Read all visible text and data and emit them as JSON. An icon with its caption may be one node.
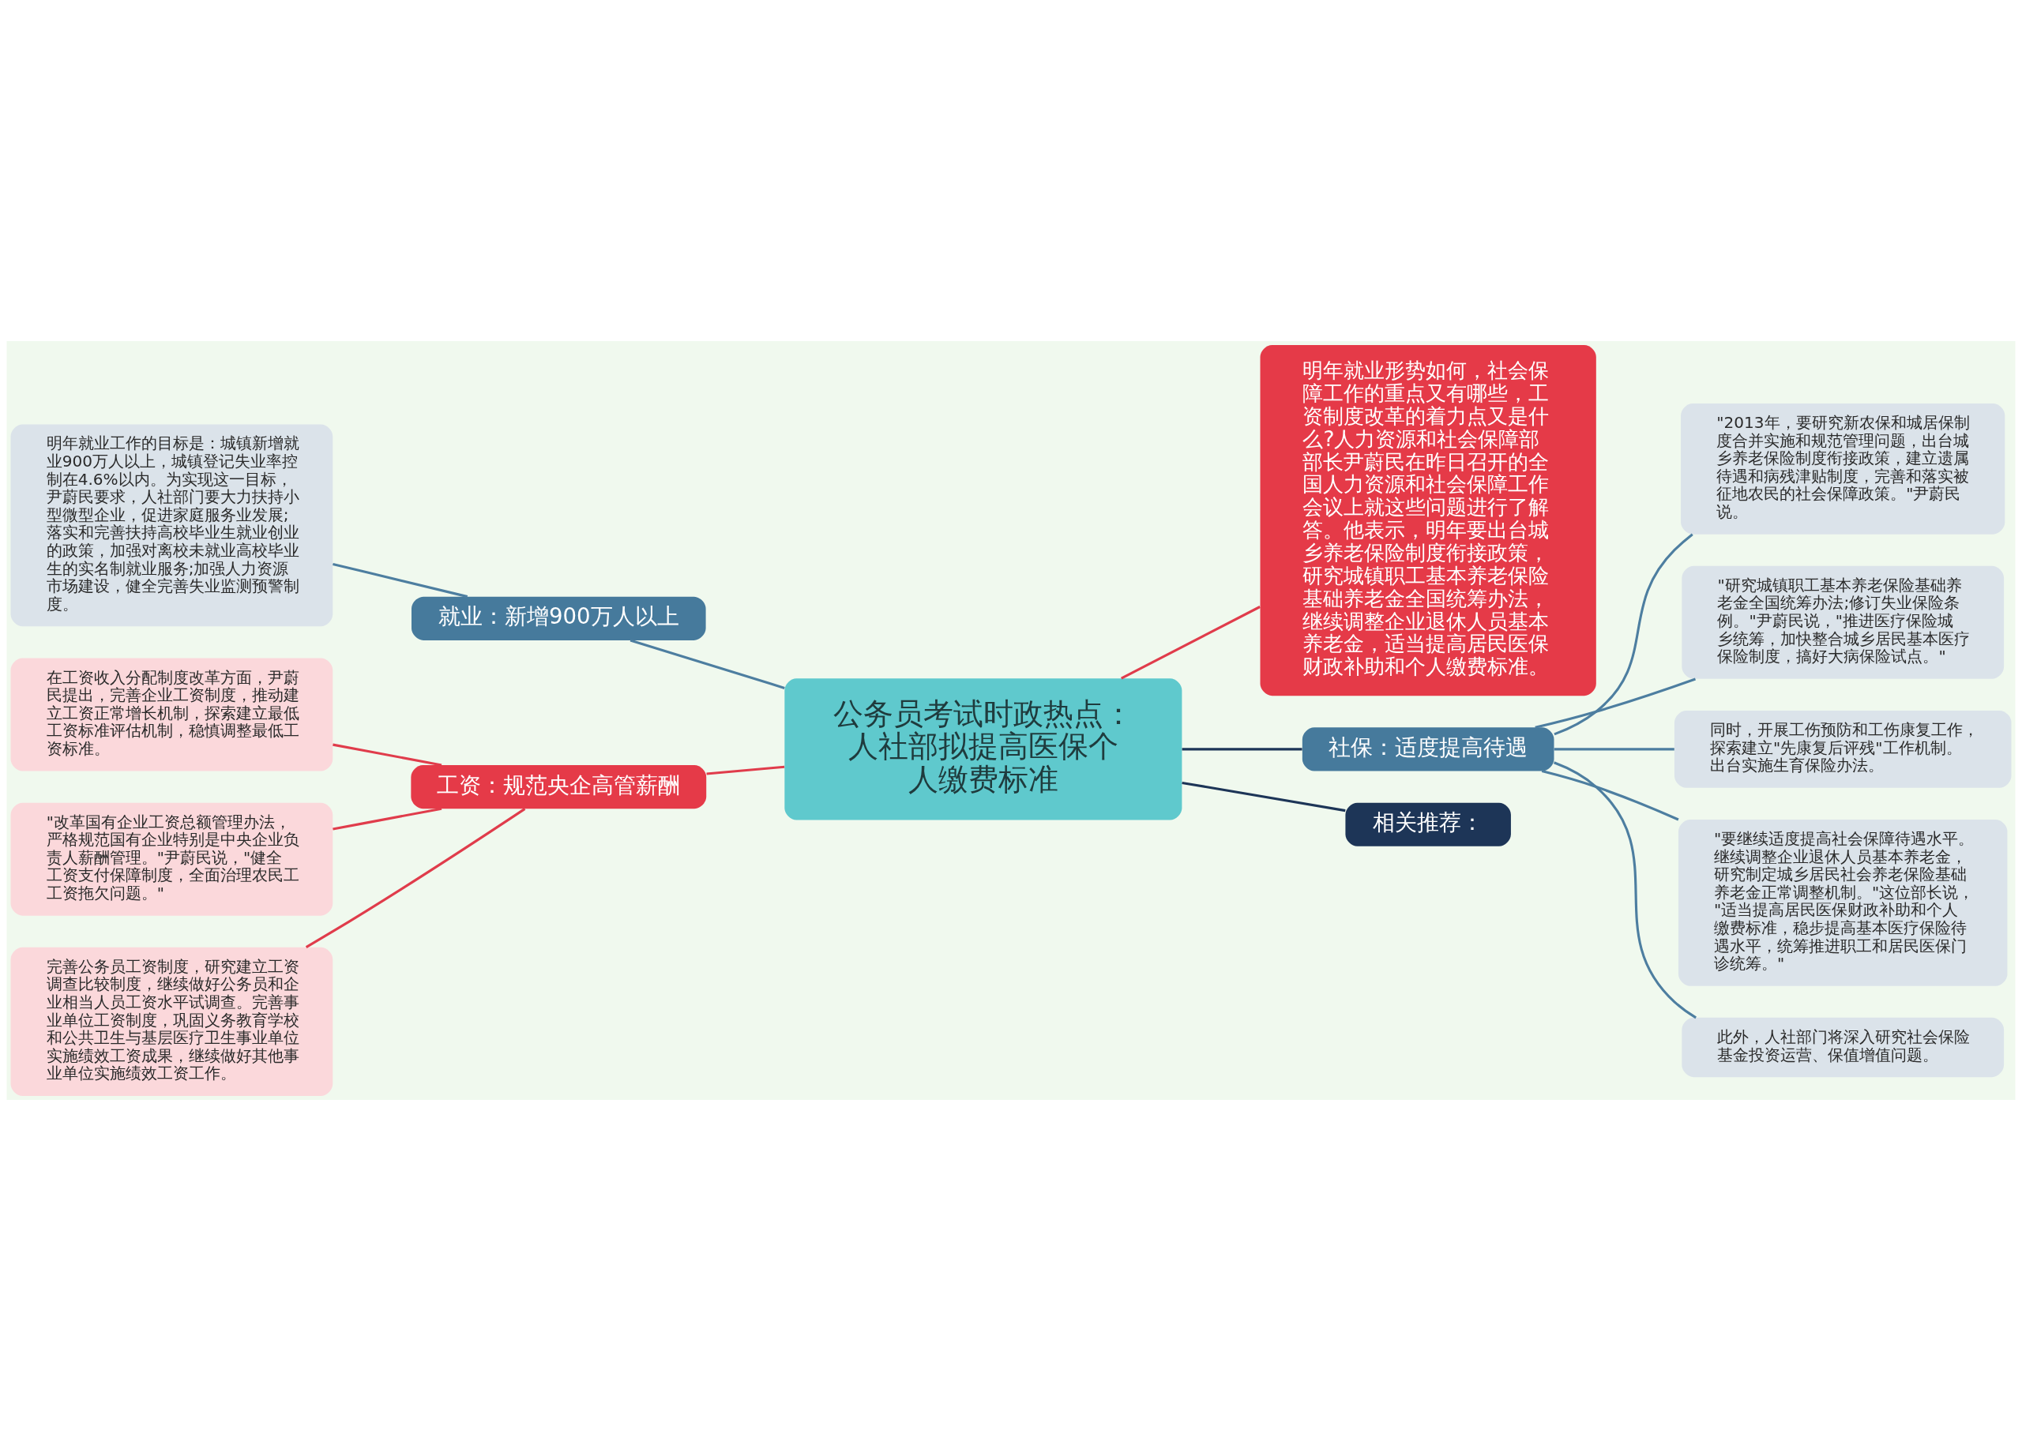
{
  "diagram": {
    "nodes": [
      {
        "text": [
          "公务员考试时政热点：人社部拟提高医保个人缴费标准"
        ]
      },
      {
        "text": [
          "就业：新增900万人以上"
        ]
      },
      {
        "text": [
          "明年就业工作的目标是：城镇新增就业900万人以上，城镇登记失业率控制在4.6%以内。为实现这一目标，尹蔚民要求，人社部门要大力扶持小型微型企业，促进家庭服务业发展;落实和完善扶持高校毕业生就业创业的政策，加强对离校未就业高校毕业生的实名制就业服务;加强人力资源市场建设，健全完善失业监测预警制度。"
        ]
      },
      {
        "text": [
          "工资：规范央企高管薪酬"
        ]
      },
      {
        "text": [
          "在工资收入分配制度改革方面，尹蔚民提出，完善企业工资制度，推动建立工资正常增长机制，探索建立最低工资标准评估机制，稳慎调整最低工资标准。"
        ]
      },
      {
        "text": [
          "\"改革国有企业工资总额管理办法，严格规范国有企业特别是中央企业负责人薪酬管理。\"尹蔚民说，\"健全工资支付保障制度，全面治理农民工工资拖欠问题。\""
        ]
      },
      {
        "text": [
          "完善公务员工资制度，研究建立工资调查比较制度，继续做好公务员和企业相当人员工资水平试调查。完善事业单位工资制度，巩固义务教育学校和公共卫生与基层医疗卫生事业单位实施绩效工资成果，继续做好其他事业单位实施绩效工资工作。"
        ]
      },
      {
        "text": [
          "明年就业形势如何，社会保障工作的重点又有哪些，工资制度改革的着力点又是什么?人力资源和社会保障部部长尹蔚民在昨日召开的全国人力资源和社会保障工作会议上就这些问题进行了解答。他表示，明年要出台城乡养老保险制度衔接政策，研究城镇职工基本养老保险基础养老金全国统筹办法，继续调整企业退休人员基本养老金，适当提高居民医保财政补助和个人缴费标准。"
        ]
      },
      {
        "text": [
          "社保：适度提高待遇"
        ]
      },
      {
        "text": [
          "\"2013年，要研究新农保和城居保制度合并实施和规范管理问题，出台城乡养老保险制度衔接政策，建立遗属待遇和病残津贴制度，完善和落实被征地农民的社会保障政策。\"尹蔚民说。"
        ]
      },
      {
        "text": [
          "\"研究城镇职工基本养老保险基础养老金全国统筹办法;修订失业保险条例。\"尹蔚民说，\"推进医疗保险城乡统筹，加快整合城乡居民基本医疗保险制度，搞好大病保险试点。\""
        ]
      },
      {
        "text": [
          "同时，开展工伤预防和工伤康复工作，探索建立\"先康复后评残\"工作机制。出台实施生育保险办法。"
        ]
      },
      {
        "text": [
          "\"要继续适度提高社会保障待遇水平。继续调整企业退休人员基本养老金，研究制定城乡居民社会养老保险基础养老金正常调整机制。\"这位部长说，\"适当提高居民医保财政补助和个人缴费标准，稳步提高基本医疗保险待遇水平，统筹推进职工和居民医保门诊统筹。\""
        ]
      },
      {
        "text": [
          "此外，人社部门将深入研究社会保险基金投资运营、保值增值问题。"
        ]
      },
      {
        "text": [
          "相关推荐："
        ]
      }
    ],
    "edges": [
      {
        "from": 2,
        "to": 1,
        "arrow": "none"
      },
      {
        "from": 1,
        "to": 0,
        "arrow": "none"
      },
      {
        "from": 4,
        "to": 3,
        "arrow": "none",
        "color": "#e03c4b"
      },
      {
        "from": 5,
        "to": 3,
        "arrow": "none",
        "color": "#e03c4b"
      },
      {
        "from": 6,
        "to": 3,
        "arrow": "none",
        "color": "#e03c4b"
      },
      {
        "from": 3,
        "to": 0,
        "arrow": "none",
        "color": "#e03c4b"
      },
      {
        "from": 0,
        "to": 7,
        "arrow": "none",
        "color": "#e03c4b"
      },
      {
        "from": 0,
        "to": 8,
        "arrow": "none",
        "color": "#1d3557"
      },
      {
        "from": 8,
        "to": 9,
        "arrow": "none"
      },
      {
        "from": 8,
        "to": 10,
        "arrow": "none"
      },
      {
        "from": 8,
        "to": 11,
        "arrow": "none"
      },
      {
        "from": 8,
        "to": 12,
        "arrow": "none"
      },
      {
        "from": 8,
        "to": 13,
        "arrow": "none"
      },
      {
        "from": 0,
        "to": 14,
        "arrow": "none",
        "color": "#1d3557"
      }
    ]
  }
}
